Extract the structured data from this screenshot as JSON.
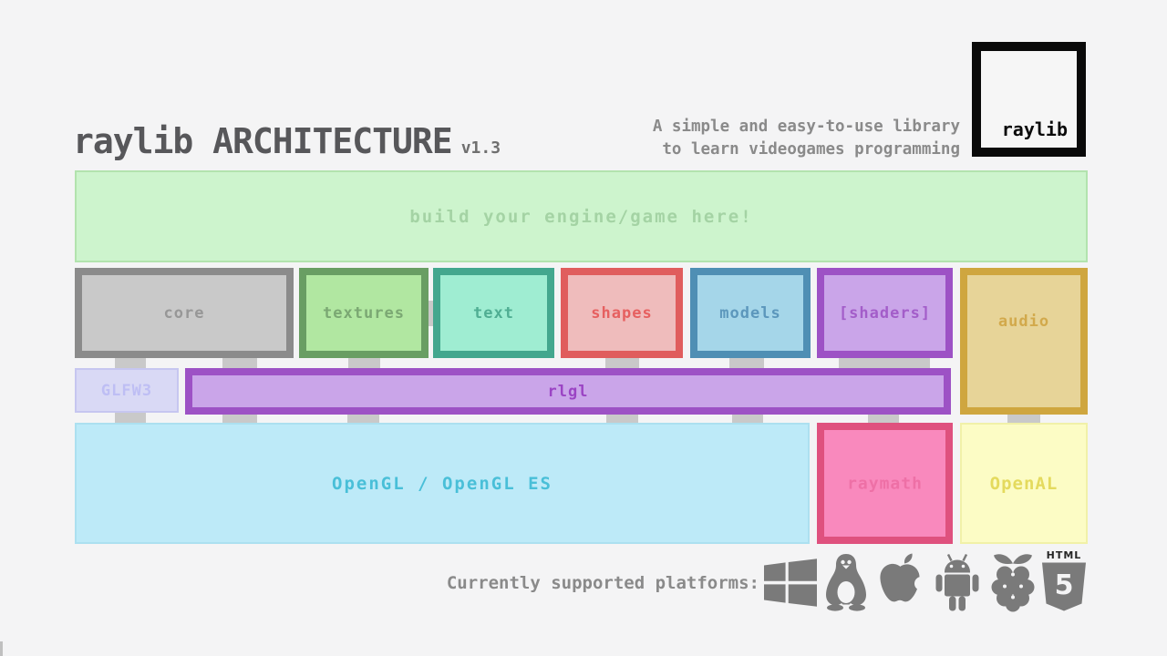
{
  "header": {
    "title": "raylib ARCHITECTURE",
    "version": "v1.3",
    "tagline_line1": "A simple and easy-to-use library",
    "tagline_line2": "to learn videogames programming",
    "logo_text": "raylib",
    "title_color": "#57575a",
    "tagline_color": "#8a8a8a",
    "logo_border_color": "#0a0a0a"
  },
  "banner": {
    "label": "build your engine/game here!",
    "fill": "#cdf4cd",
    "border": "#b2e3ae",
    "text": "#a4d3a4"
  },
  "modules": [
    {
      "label": "core",
      "fill": "#c9c9c9",
      "border": "#8b8b8b",
      "text": "#979797"
    },
    {
      "label": "textures",
      "fill": "#b1e7a1",
      "border": "#699e63",
      "text": "#7ba873"
    },
    {
      "label": "text",
      "fill": "#9fedd2",
      "border": "#43a78e",
      "text": "#50ae93"
    },
    {
      "label": "shapes",
      "fill": "#efbcbc",
      "border": "#e05d5d",
      "text": "#e66060"
    },
    {
      "label": "models",
      "fill": "#a5d6e9",
      "border": "#4f8fb4",
      "text": "#5c97bc"
    },
    {
      "label": "[shaders]",
      "fill": "#caa5e9",
      "border": "#9d52c5",
      "text": "#a35dc9"
    },
    {
      "label": "audio",
      "fill": "#e7d498",
      "border": "#cfa63f",
      "text": "#d2a94b"
    }
  ],
  "middle": {
    "glfw3": {
      "label": "GLFW3",
      "fill": "#d9d9f5",
      "border": "#c6c6f0",
      "text": "#bebef4"
    },
    "rlgl": {
      "label": "rlgl",
      "fill": "#caa5e9",
      "border": "#9d52c5",
      "text": "#9b44c4"
    }
  },
  "bottom": {
    "opengl": {
      "label": "OpenGL / OpenGL ES",
      "fill": "#bdeaf8",
      "border": "#ace0f0",
      "text": "#49bfd8"
    },
    "raymath": {
      "label": "raymath",
      "fill": "#f989bd",
      "border": "#df517e",
      "text": "#ee70a6"
    },
    "openal": {
      "label": "OpenAL",
      "fill": "#fcfcc5",
      "border": "#f1f1a8",
      "text": "#e4da5d"
    }
  },
  "platforms": {
    "label": "Currently supported platforms:",
    "icon_color": "#7a7a7a",
    "icons": [
      "windows-icon",
      "linux-icon",
      "apple-icon",
      "android-icon",
      "raspberrypi-icon",
      "html5-icon"
    ],
    "html5": {
      "word": "HTML",
      "five": "5"
    }
  }
}
